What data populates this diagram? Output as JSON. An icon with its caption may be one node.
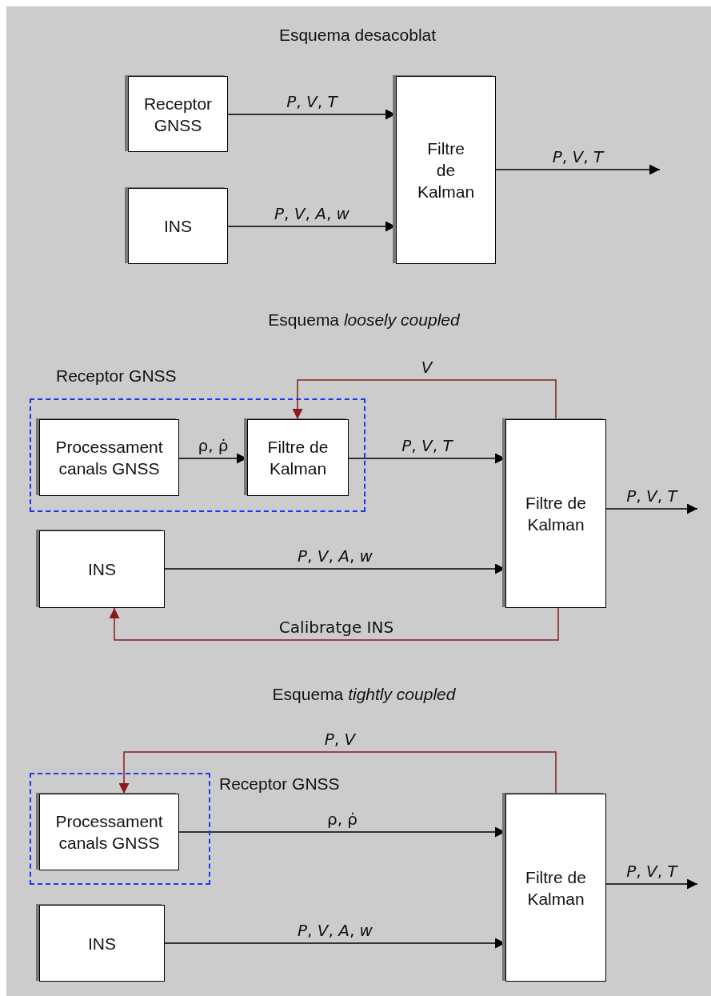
{
  "diagram": {
    "nodes": [
      {
        "text": [
          "Receptor GNSS"
        ]
      },
      {
        "text": [
          "INS"
        ]
      },
      {
        "text": [
          "Filtre de Kalman"
        ]
      },
      {
        "text": [
          "Receptor GNSS"
        ]
      },
      {
        "text": [
          "Processament canals GNSS"
        ],
        "in": 3
      },
      {
        "text": [
          "Filtre de Kalman"
        ],
        "in": 3
      },
      {
        "text": [
          "INS"
        ]
      },
      {
        "text": [
          "Filtre de Kalman"
        ]
      },
      {
        "text": [
          "Receptor GNSS"
        ]
      },
      {
        "text": [
          "Processament canals GNSS"
        ],
        "in": 8
      },
      {
        "text": [
          "INS"
        ]
      },
      {
        "text": [
          "Filtre de Kalman"
        ]
      }
    ],
    "edges": [
      {
        "from": 0,
        "to": 2,
        "arrow": "to",
        "label": "*P*, *V*, *T*"
      },
      {
        "from": 1,
        "to": 2,
        "arrow": "to",
        "label": "*P*, *V*, *A*, *w*"
      },
      {
        "from": 2,
        "to": null,
        "arrow": "to",
        "label": "*P*, *V*, *T*"
      },
      {
        "from": 4,
        "to": 5,
        "arrow": "to",
        "label": "ρ, ρ̇"
      },
      {
        "from": 5,
        "to": 7,
        "arrow": "to",
        "label": "*P*, *V*, *T*"
      },
      {
        "from": 7,
        "to": 5,
        "arrow": "to",
        "label": "*V*",
        "color": "#8b1a1a"
      },
      {
        "from": 6,
        "to": 7,
        "arrow": "to",
        "label": "*P*, *V*, *A*, *w*"
      },
      {
        "from": 7,
        "to": 6,
        "arrow": "to",
        "label": "Calibratge INS",
        "color": "#8b1a1a"
      },
      {
        "from": 7,
        "to": null,
        "arrow": "to",
        "label": "*P*, *V*, *T*"
      },
      {
        "from": 9,
        "to": 11,
        "arrow": "to",
        "label": "ρ, ρ̇"
      },
      {
        "from": 11,
        "to": 9,
        "arrow": "to",
        "label": "*P*, *V*",
        "color": "#8b1a1a"
      },
      {
        "from": 10,
        "to": 11,
        "arrow": "to",
        "label": "*P*, *V*, *A*, *w*"
      },
      {
        "from": 11,
        "to": null,
        "arrow": "to",
        "label": "*P*, *V*, *T*"
      }
    ],
    "labels": [
      "Esquema desacoblat",
      "Esquema *loosely coupled*",
      "Esquema *tightly coupled*"
    ]
  }
}
